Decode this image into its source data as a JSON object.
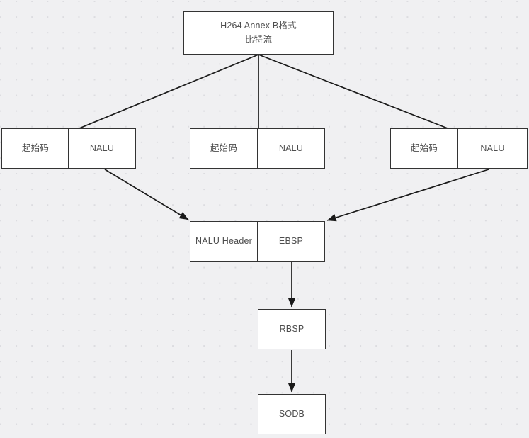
{
  "diagram": {
    "title": "H264 Annex B bitstream structure flowchart",
    "background_color": "#f0f0f2",
    "grid_dot_color": "#dcdce0",
    "node_fill": "#ffffff",
    "node_border_color": "#333333",
    "text_color": "#4d4d4d",
    "connector_color": "#1a1a1a",
    "nodes": {
      "root": "H264 Annex B格式\n比特流",
      "start_code_1": "起始码",
      "nalu_1": "NALU",
      "start_code_2": "起始码",
      "nalu_2": "NALU",
      "start_code_3": "起始码",
      "nalu_3": "NALU",
      "nalu_header": "NALU Header",
      "ebsp": "EBSP",
      "rbsp": "RBSP",
      "sodb": "SODB"
    }
  }
}
